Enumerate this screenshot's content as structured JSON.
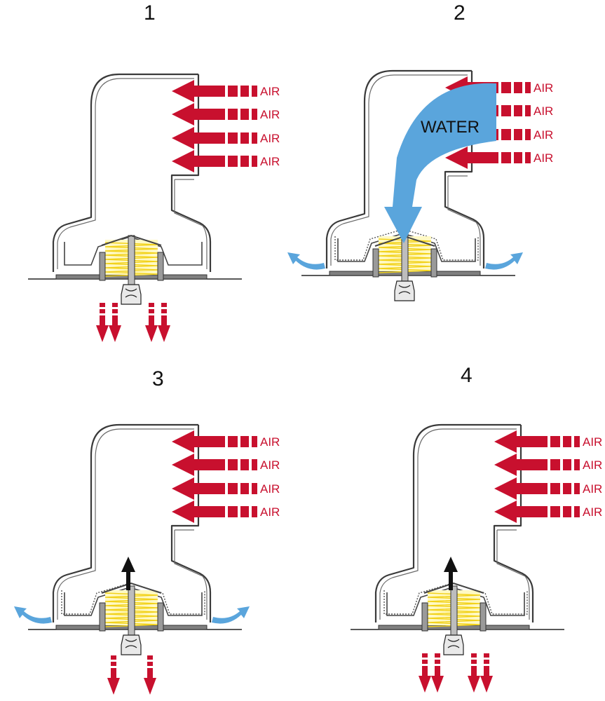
{
  "panels": [
    {
      "number": "1",
      "air_labels": [
        "AIR",
        "AIR",
        "AIR",
        "AIR"
      ],
      "water_label": "",
      "diaphragm": "closed",
      "air_flow": "down",
      "lift_arrow": false,
      "water_outflow": false
    },
    {
      "number": "2",
      "air_labels": [
        "AIR",
        "AIR",
        "AIR",
        "AIR"
      ],
      "water_label": "WATER",
      "diaphragm": "pressed",
      "air_flow": "none",
      "lift_arrow": false,
      "water_outflow": true
    },
    {
      "number": "3",
      "air_labels": [
        "AIR",
        "AIR",
        "AIR",
        "AIR"
      ],
      "water_label": "",
      "diaphragm": "rising",
      "air_flow": "down",
      "lift_arrow": true,
      "water_outflow": true
    },
    {
      "number": "4",
      "air_labels": [
        "AIR",
        "AIR",
        "AIR",
        "AIR"
      ],
      "water_label": "",
      "diaphragm": "rising",
      "air_flow": "down",
      "lift_arrow": true,
      "water_outflow": false
    }
  ],
  "colors": {
    "air": "#c8102e",
    "water": "#5aa5dc",
    "spring": "#f2d21b",
    "spring_fill": "#fff9c4",
    "housing": "#3a3a3a",
    "plate": "#808080"
  }
}
